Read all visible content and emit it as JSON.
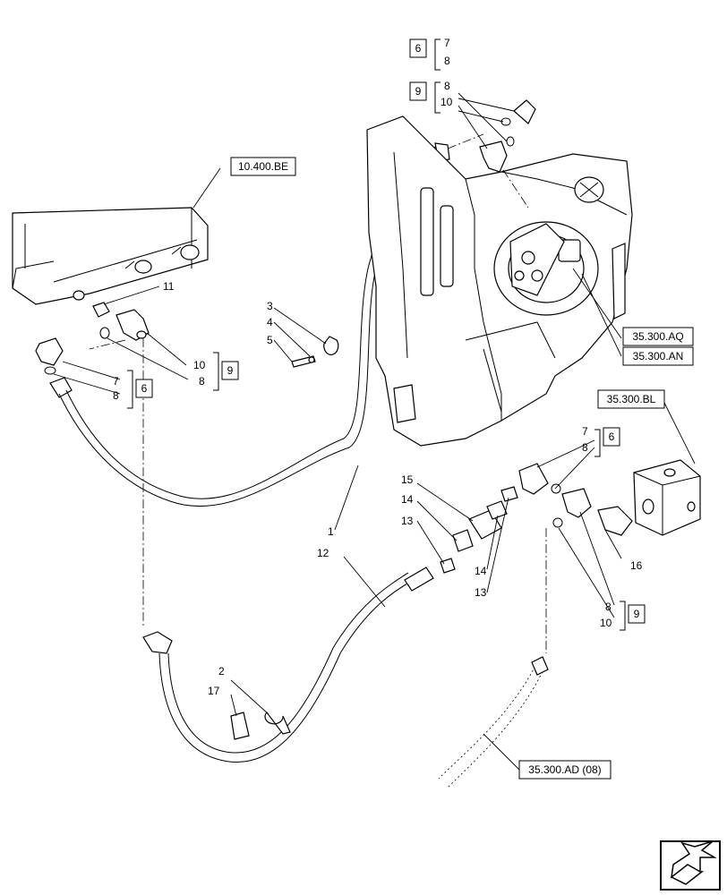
{
  "references": {
    "r10400be": "10.400.BE",
    "r35300aq": "35.300.AQ",
    "r35300an": "35.300.AN",
    "r35300bl": "35.300.BL",
    "r35300ad": "35.300.AD (08)"
  },
  "kits": {
    "k6": "6",
    "k9": "9"
  },
  "callouts": {
    "c1": "1",
    "c2": "2",
    "c3": "3",
    "c4": "4",
    "c5": "5",
    "c7": "7",
    "c8": "8",
    "c10": "10",
    "c11": "11",
    "c12": "12",
    "c13": "13",
    "c14": "14",
    "c15": "15",
    "c16": "16",
    "c17": "17"
  },
  "icons": {
    "corner": "navigation-arrow-icon"
  }
}
